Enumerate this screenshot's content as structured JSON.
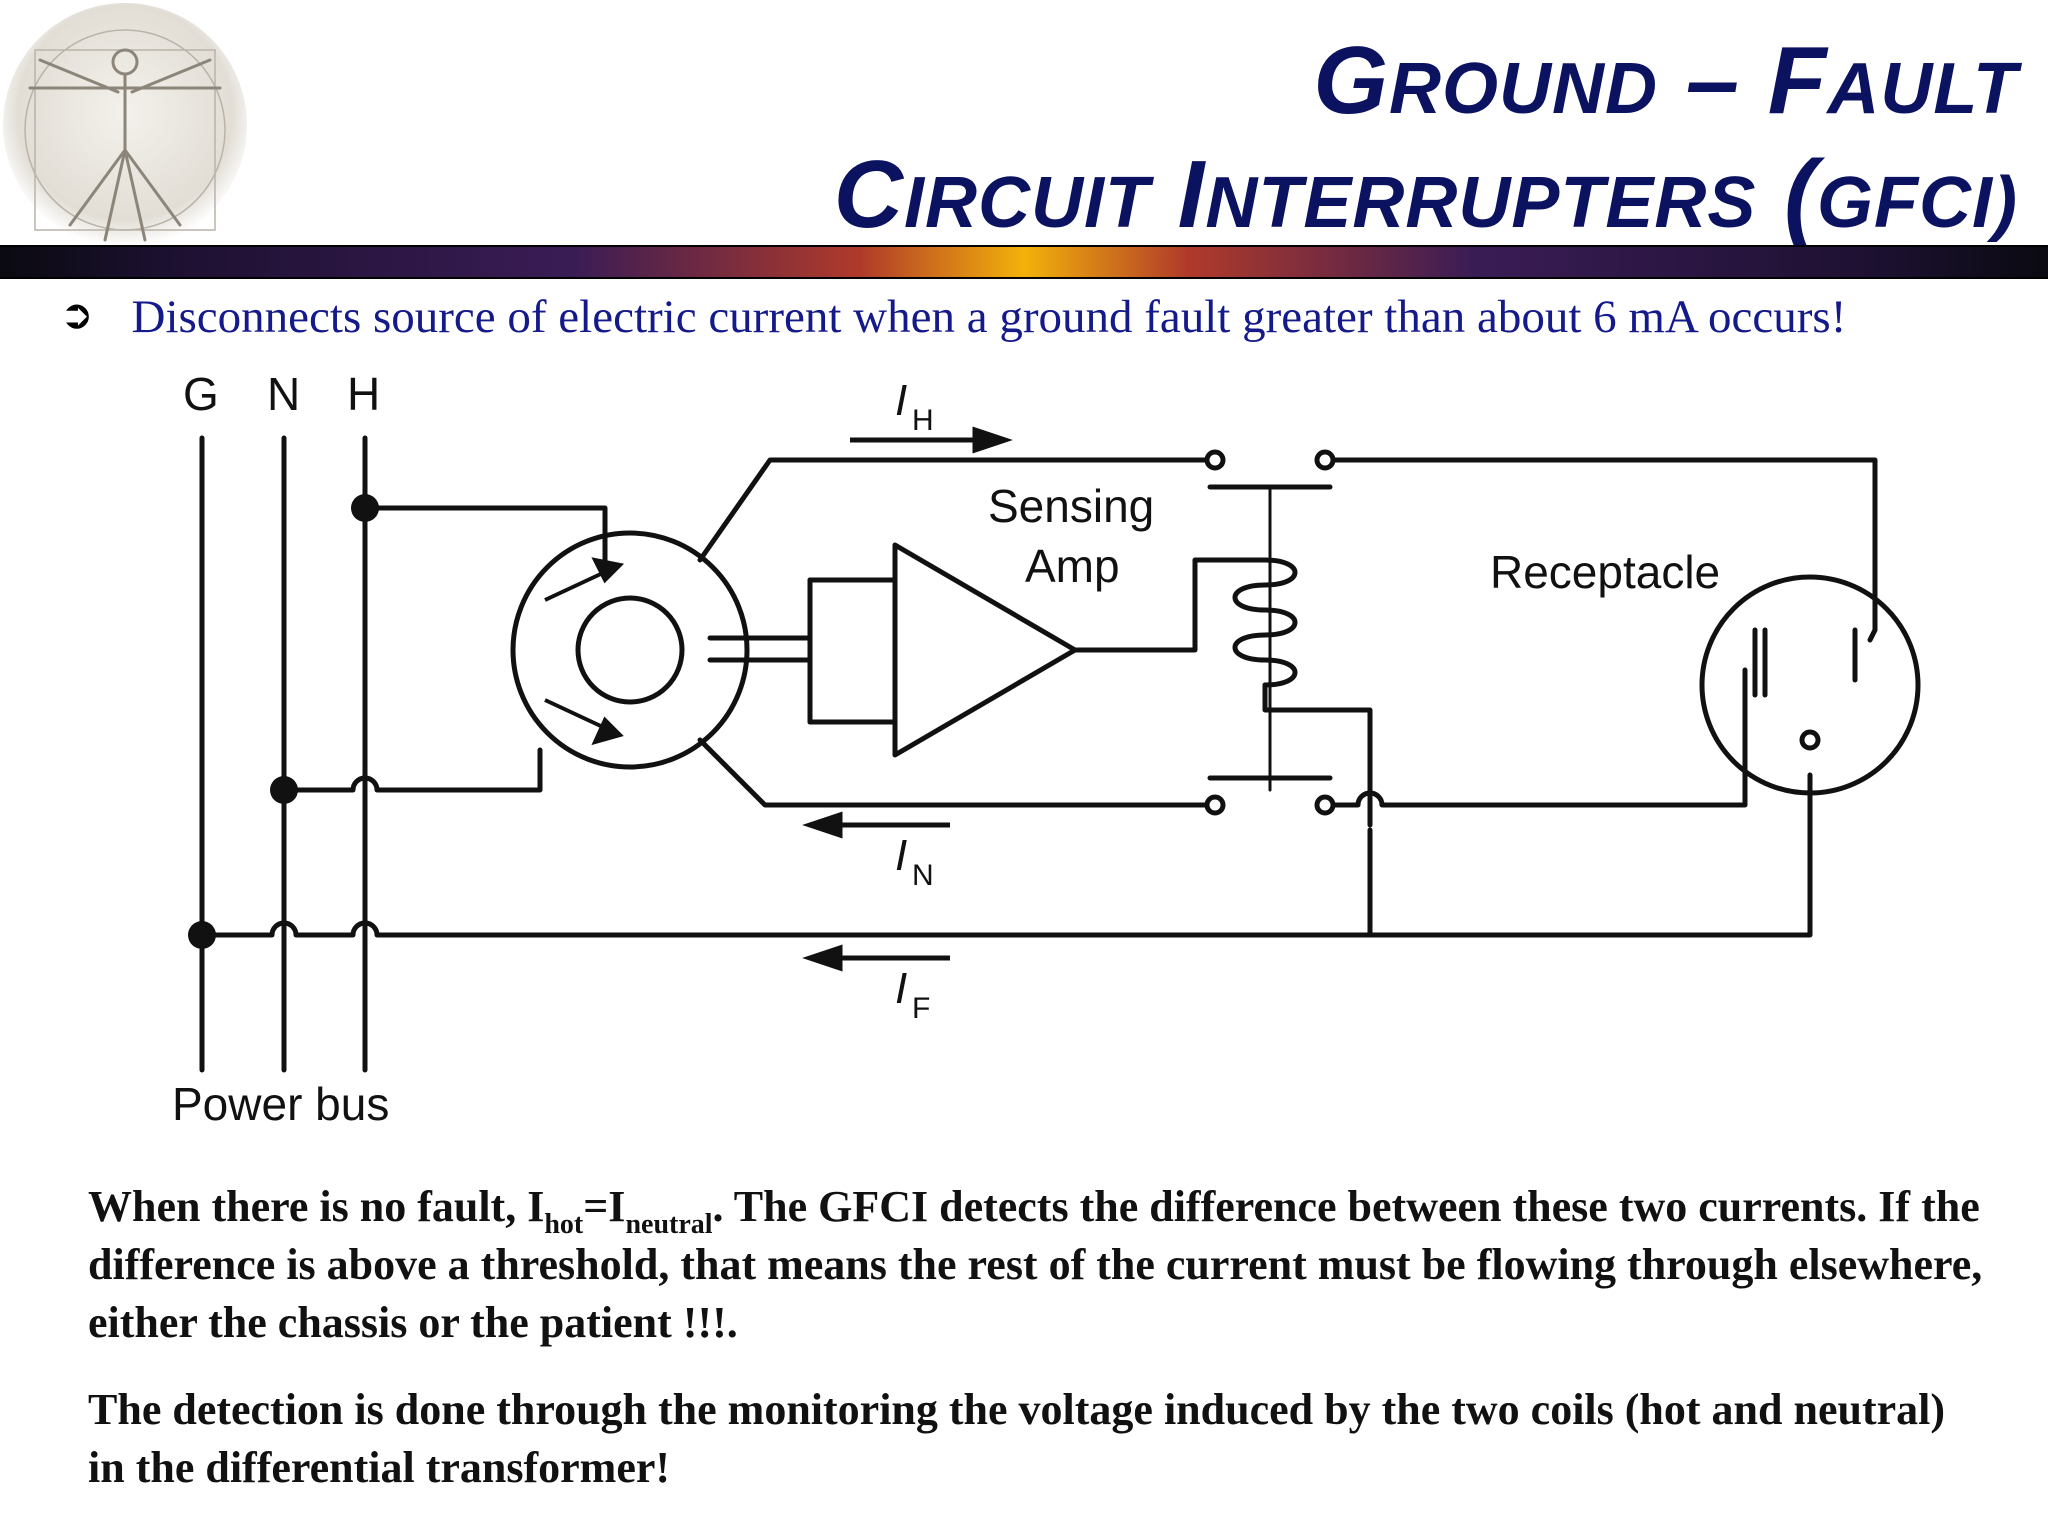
{
  "slide": {
    "title_line1": "Ground – Fault",
    "title_line2": "Circuit Interrupters (GFCI)",
    "bullet": "Disconnects source of electric current when a ground fault greater than about 6 mA occurs!"
  },
  "diagram": {
    "label_g": "G",
    "label_n": "N",
    "label_h": "H",
    "label_ih": "I",
    "label_ih_sub": "H",
    "label_in": "I",
    "label_in_sub": "N",
    "label_if": "I",
    "label_if_sub": "F",
    "sensing_line1": "Sensing",
    "sensing_line2": "Amp",
    "receptacle": "Receptacle",
    "power_bus": "Power bus"
  },
  "para1": {
    "a": "When there is no fault, I",
    "sub1": "hot",
    "b": "=I",
    "sub2": "neutral",
    "c": ". The GFCI detects the difference between these two currents. If the difference is above a threshold, that means the rest of the current must be flowing through elsewhere, either the chassis or the patient !!!."
  },
  "para2": "The detection is done through the monitoring the voltage induced by the two coils (hot and neutral) in the differential transformer!"
}
